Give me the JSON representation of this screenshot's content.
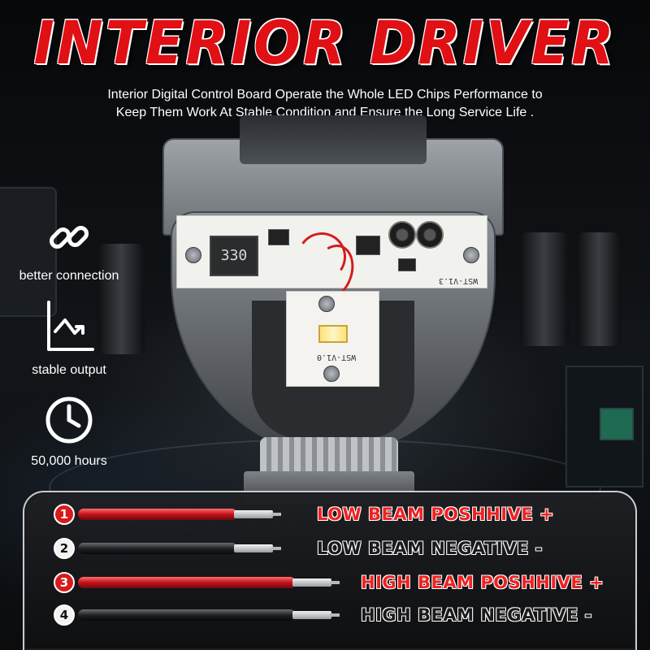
{
  "header": {
    "title": "INTERIOR DRIVER",
    "subtitle_line1": "Interior Digital Control Board Operate the Whole LED Chips Performance to",
    "subtitle_line2": "Keep Them Work At Stable Condition and Ensure the Long Service Life ."
  },
  "product": {
    "inductor_marking": "330",
    "board_marking": "WST-V1.3",
    "led_board_marking": "WST-V1.0"
  },
  "features": [
    {
      "label": "better connection",
      "icon": "chain-link-icon"
    },
    {
      "label": "stable output",
      "icon": "line-chart-icon"
    },
    {
      "label": "50,000 hours",
      "icon": "clock-icon"
    }
  ],
  "cables": [
    {
      "number": "1",
      "label": "LOW BEAM POSHHIVE +",
      "color": "red"
    },
    {
      "number": "2",
      "label": "LOW BEAM NEGATIVE -",
      "color": "black"
    },
    {
      "number": "3",
      "label": "HIGH BEAM POSHHIVE +",
      "color": "red"
    },
    {
      "number": "4",
      "label": "HIGH BEAM NEGATIVE -",
      "color": "black"
    }
  ],
  "colors": {
    "accent_red": "#e01015",
    "cable_red": "#c2121a",
    "cable_black": "#202226",
    "panel_border": "#c9cdd2"
  }
}
